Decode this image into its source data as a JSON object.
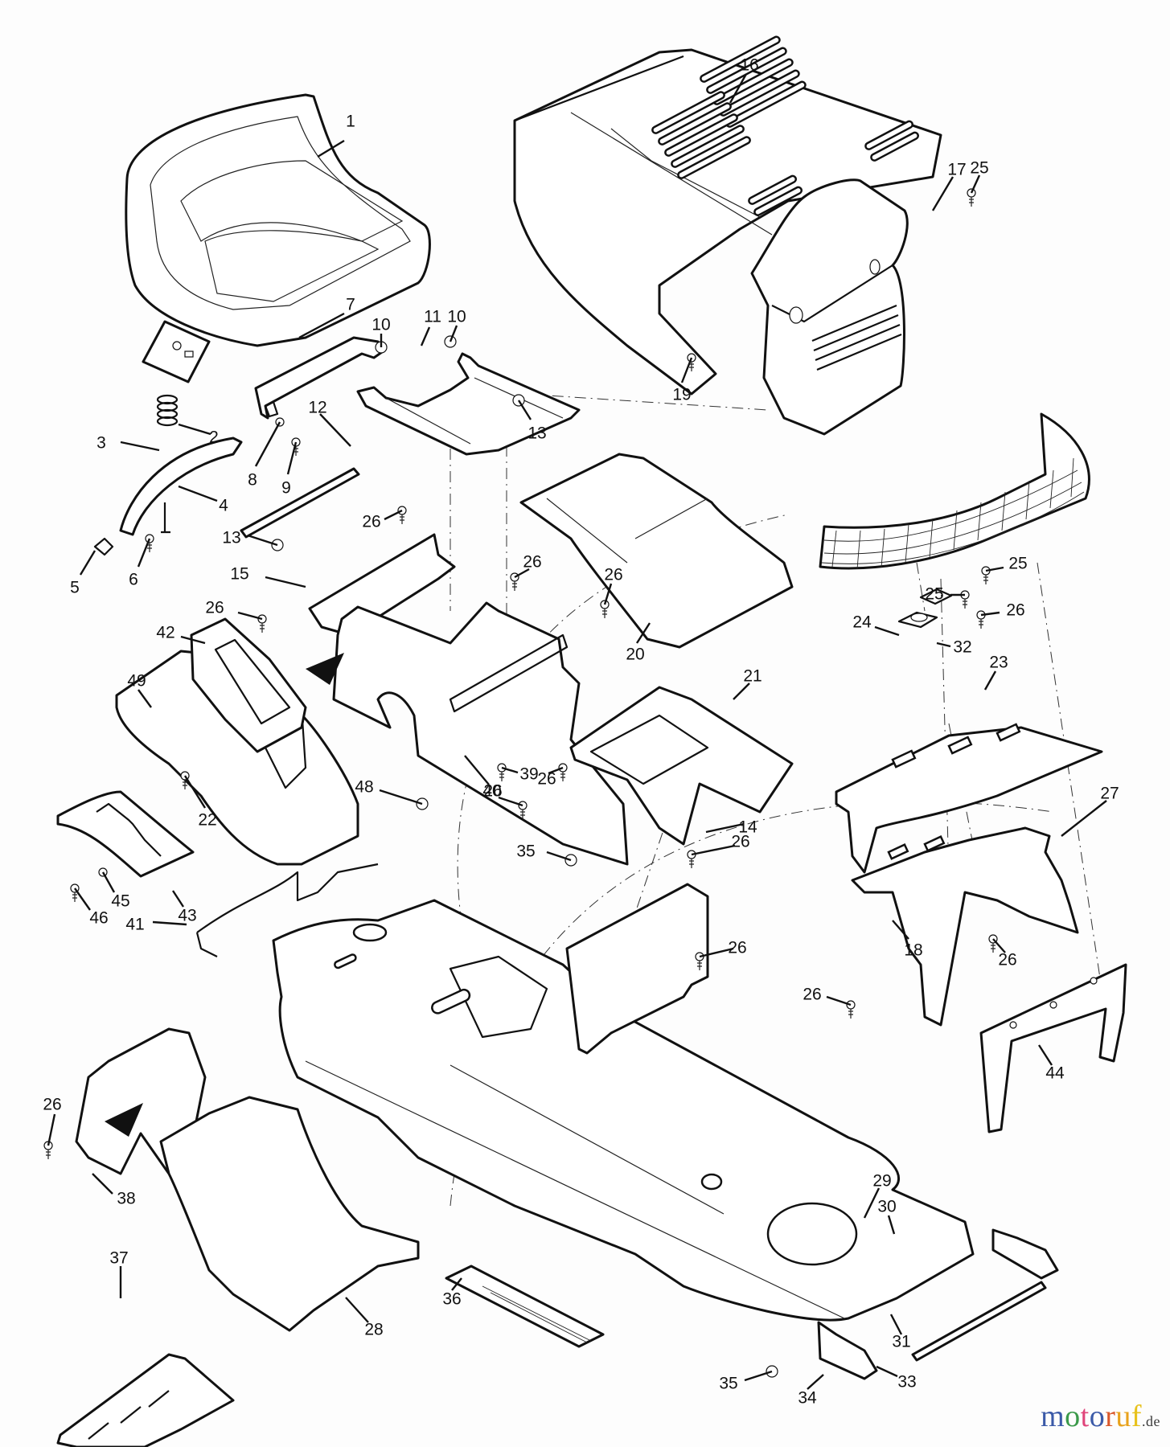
{
  "diagram": {
    "title": "Lawn tractor body / chassis exploded parts view",
    "callouts": [
      {
        "id": "c1",
        "label": "1",
        "part": "seat"
      },
      {
        "id": "c2",
        "label": "2",
        "part": "seat-plate"
      },
      {
        "id": "c3",
        "label": "3",
        "part": "spring"
      },
      {
        "id": "c4",
        "label": "4",
        "part": "seat-spring-bracket"
      },
      {
        "id": "c5",
        "label": "5",
        "part": "clip"
      },
      {
        "id": "c6",
        "label": "6",
        "part": "bolt"
      },
      {
        "id": "c7",
        "label": "7",
        "part": "seat-hinge-bracket"
      },
      {
        "id": "c8",
        "label": "8",
        "part": "washer"
      },
      {
        "id": "c9",
        "label": "9",
        "part": "screw"
      },
      {
        "id": "c10a",
        "label": "10",
        "part": "nut"
      },
      {
        "id": "c10b",
        "label": "10",
        "part": "nut"
      },
      {
        "id": "c11",
        "label": "11",
        "part": "seat-pan-bracket"
      },
      {
        "id": "c12",
        "label": "12",
        "part": "pivot-rod"
      },
      {
        "id": "c13a",
        "label": "13",
        "part": "bushing"
      },
      {
        "id": "c13b",
        "label": "13",
        "part": "bushing"
      },
      {
        "id": "c14",
        "label": "14",
        "part": "support-panel"
      },
      {
        "id": "c15",
        "label": "15",
        "part": "support-bracket"
      },
      {
        "id": "c16",
        "label": "16",
        "part": "hood"
      },
      {
        "id": "c17",
        "label": "17",
        "part": "headlight-cover"
      },
      {
        "id": "c18",
        "label": "18",
        "part": "bumper-grille"
      },
      {
        "id": "c19",
        "label": "19",
        "part": "screw"
      },
      {
        "id": "c20",
        "label": "20",
        "part": "fender-cover"
      },
      {
        "id": "c21",
        "label": "21",
        "part": "dash-panel-bracket"
      },
      {
        "id": "c22",
        "label": "22",
        "part": "screw"
      },
      {
        "id": "c23",
        "label": "23",
        "part": "dash-panel"
      },
      {
        "id": "c24",
        "label": "24",
        "part": "bezel"
      },
      {
        "id": "c25a",
        "label": "25",
        "part": "screw"
      },
      {
        "id": "c25b",
        "label": "25",
        "part": "screw"
      },
      {
        "id": "c25c",
        "label": "25",
        "part": "screw"
      },
      {
        "id": "c26a",
        "label": "26",
        "part": "screw"
      },
      {
        "id": "c26b",
        "label": "26",
        "part": "screw"
      },
      {
        "id": "c26c",
        "label": "26",
        "part": "screw"
      },
      {
        "id": "c26d",
        "label": "26",
        "part": "screw"
      },
      {
        "id": "c26e",
        "label": "26",
        "part": "screw"
      },
      {
        "id": "c26f",
        "label": "26",
        "part": "screw"
      },
      {
        "id": "c26g",
        "label": "26",
        "part": "screw"
      },
      {
        "id": "c26h",
        "label": "26",
        "part": "screw"
      },
      {
        "id": "c26i",
        "label": "26",
        "part": "screw"
      },
      {
        "id": "c26j",
        "label": "26",
        "part": "screw"
      },
      {
        "id": "c26k",
        "label": "26",
        "part": "screw"
      },
      {
        "id": "c26l",
        "label": "26",
        "part": "screw"
      },
      {
        "id": "c27",
        "label": "27",
        "part": "dash-support"
      },
      {
        "id": "c28",
        "label": "28",
        "part": "rear-deflector"
      },
      {
        "id": "c29",
        "label": "29",
        "part": "body-pan"
      },
      {
        "id": "c30",
        "label": "30",
        "part": "hinge-bracket-right"
      },
      {
        "id": "c31",
        "label": "31",
        "part": "hinge-rod"
      },
      {
        "id": "c32",
        "label": "32",
        "part": "plate"
      },
      {
        "id": "c33",
        "label": "33",
        "part": "hairpin-clip"
      },
      {
        "id": "c34",
        "label": "34",
        "part": "hinge-bracket-left"
      },
      {
        "id": "c35a",
        "label": "35",
        "part": "nut"
      },
      {
        "id": "c35b",
        "label": "35",
        "part": "nut"
      },
      {
        "id": "c36",
        "label": "36",
        "part": "foot-pad"
      },
      {
        "id": "c37",
        "label": "37",
        "part": "battery-tray"
      },
      {
        "id": "c38",
        "label": "38",
        "part": "rear-bracket"
      },
      {
        "id": "c39",
        "label": "39",
        "part": "bolt"
      },
      {
        "id": "c40",
        "label": "40",
        "part": "pin"
      },
      {
        "id": "c41",
        "label": "41",
        "part": "wire-guide"
      },
      {
        "id": "c42",
        "label": "42",
        "part": "shift-plate"
      },
      {
        "id": "c43",
        "label": "43",
        "part": "shift-plate-insert"
      },
      {
        "id": "c44",
        "label": "44",
        "part": "hood-bracket"
      },
      {
        "id": "c45",
        "label": "45",
        "part": "washer"
      },
      {
        "id": "c46",
        "label": "46",
        "part": "screw"
      },
      {
        "id": "c48",
        "label": "48",
        "part": "nut"
      },
      {
        "id": "c49",
        "label": "49",
        "part": "fender-console"
      }
    ]
  },
  "watermark": {
    "letters": [
      {
        "ch": "m",
        "color": "#3b5aa8"
      },
      {
        "ch": "o",
        "color": "#3b9a4a"
      },
      {
        "ch": "t",
        "color": "#e0457b"
      },
      {
        "ch": "o",
        "color": "#3b5aa8"
      },
      {
        "ch": "r",
        "color": "#d9582b"
      },
      {
        "ch": "u",
        "color": "#e8a21c"
      },
      {
        "ch": "f",
        "color": "#e8c21c"
      }
    ],
    "tld": ".de"
  }
}
